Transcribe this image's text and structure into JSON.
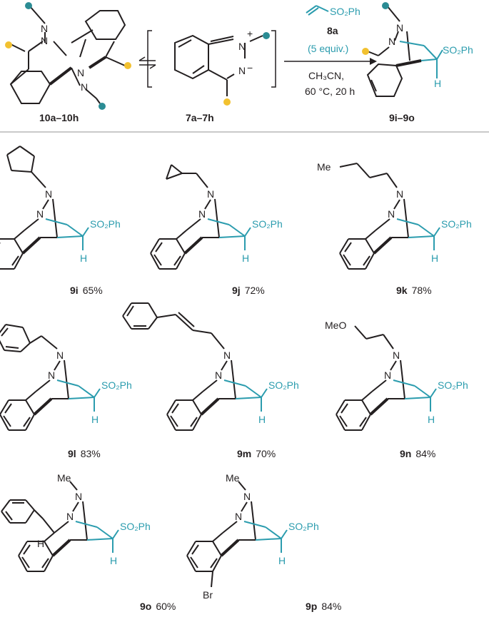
{
  "colors": {
    "bond": "#231f20",
    "accent": "#2b9cae",
    "methyl_dot": "#2b8c94",
    "substituent_dot": "#f2c130",
    "rule": "#b8b8b8"
  },
  "top": {
    "left_label": "10a–10h",
    "middle_label": "7a–7h",
    "right_label": "9i–9o",
    "reagent": {
      "name": "8a",
      "group": "SO₂Ph",
      "equiv": "(5 equiv.)"
    },
    "conditions": {
      "solvent": "CH₃CN,",
      "temp_time": "60 °C, 20 h"
    },
    "charges": {
      "plus": "+",
      "minus": "−"
    }
  },
  "products": [
    {
      "id": "9i",
      "yield": "65%",
      "substituent": "cyclopentyl"
    },
    {
      "id": "9j",
      "yield": "72%",
      "substituent": "cyclopropylmethyl"
    },
    {
      "id": "9k",
      "yield": "78%",
      "substituent": "n-butyl",
      "text": "Me"
    },
    {
      "id": "9l",
      "yield": "83%",
      "substituent": "benzyl"
    },
    {
      "id": "9m",
      "yield": "70%",
      "substituent": "cinnamyl"
    },
    {
      "id": "9n",
      "yield": "84%",
      "substituent": "2-methoxyethyl",
      "text": "MeO"
    },
    {
      "id": "9o",
      "yield": "60%",
      "substituent": "methyl",
      "text": "Me",
      "benzyl_label": "H"
    },
    {
      "id": "9p",
      "yield": "84%",
      "substituent": "methyl",
      "text": "Me",
      "halogen": "Br"
    }
  ],
  "atoms": {
    "N": "N",
    "H": "H",
    "SO2Ph": "SO₂Ph",
    "Me": "Me",
    "O": "O",
    "Br": "Br"
  }
}
